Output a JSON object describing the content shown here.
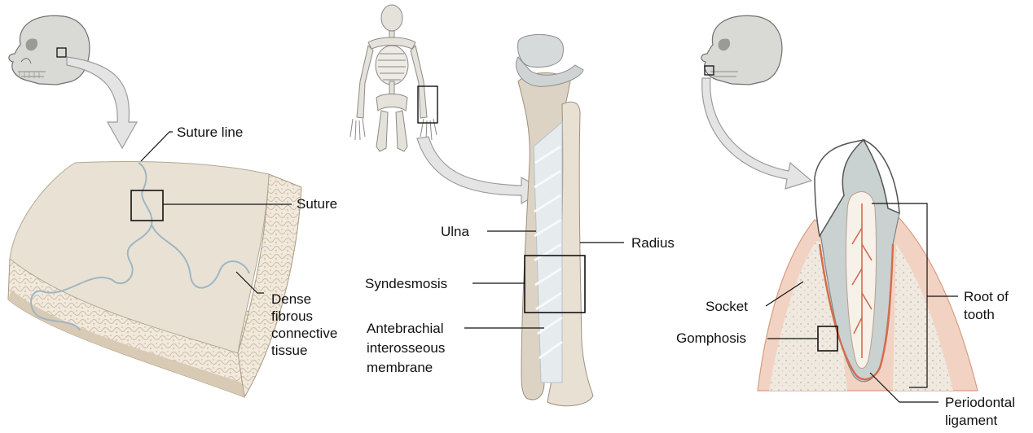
{
  "panels": {
    "suture": {
      "suture_line_label": "Suture line",
      "suture_label": "Suture",
      "tissue_label": [
        "Dense",
        "fibrous",
        "connective",
        "tissue"
      ]
    },
    "syndesmosis": {
      "ulna_label": "Ulna",
      "radius_label": "Radius",
      "syndesmosis_label": "Syndesmosis",
      "membrane_label": [
        "Antebrachial",
        "interosseous",
        "membrane"
      ]
    },
    "gomphosis": {
      "socket_label": "Socket",
      "gomphosis_label": "Gomphosis",
      "root_label": [
        "Root of",
        "tooth"
      ],
      "ligament_label": [
        "Periodontal",
        "ligament"
      ]
    }
  },
  "colors": {
    "bone": "#e6ddd0",
    "bone_shade": "#d3c6b2",
    "spongy": "#efe6d8",
    "arrow": "#e2e2e2",
    "enamel": "#c7cfcf",
    "gum": "#efc8b4",
    "ligament": "#d66a4a",
    "line": "#111111"
  }
}
